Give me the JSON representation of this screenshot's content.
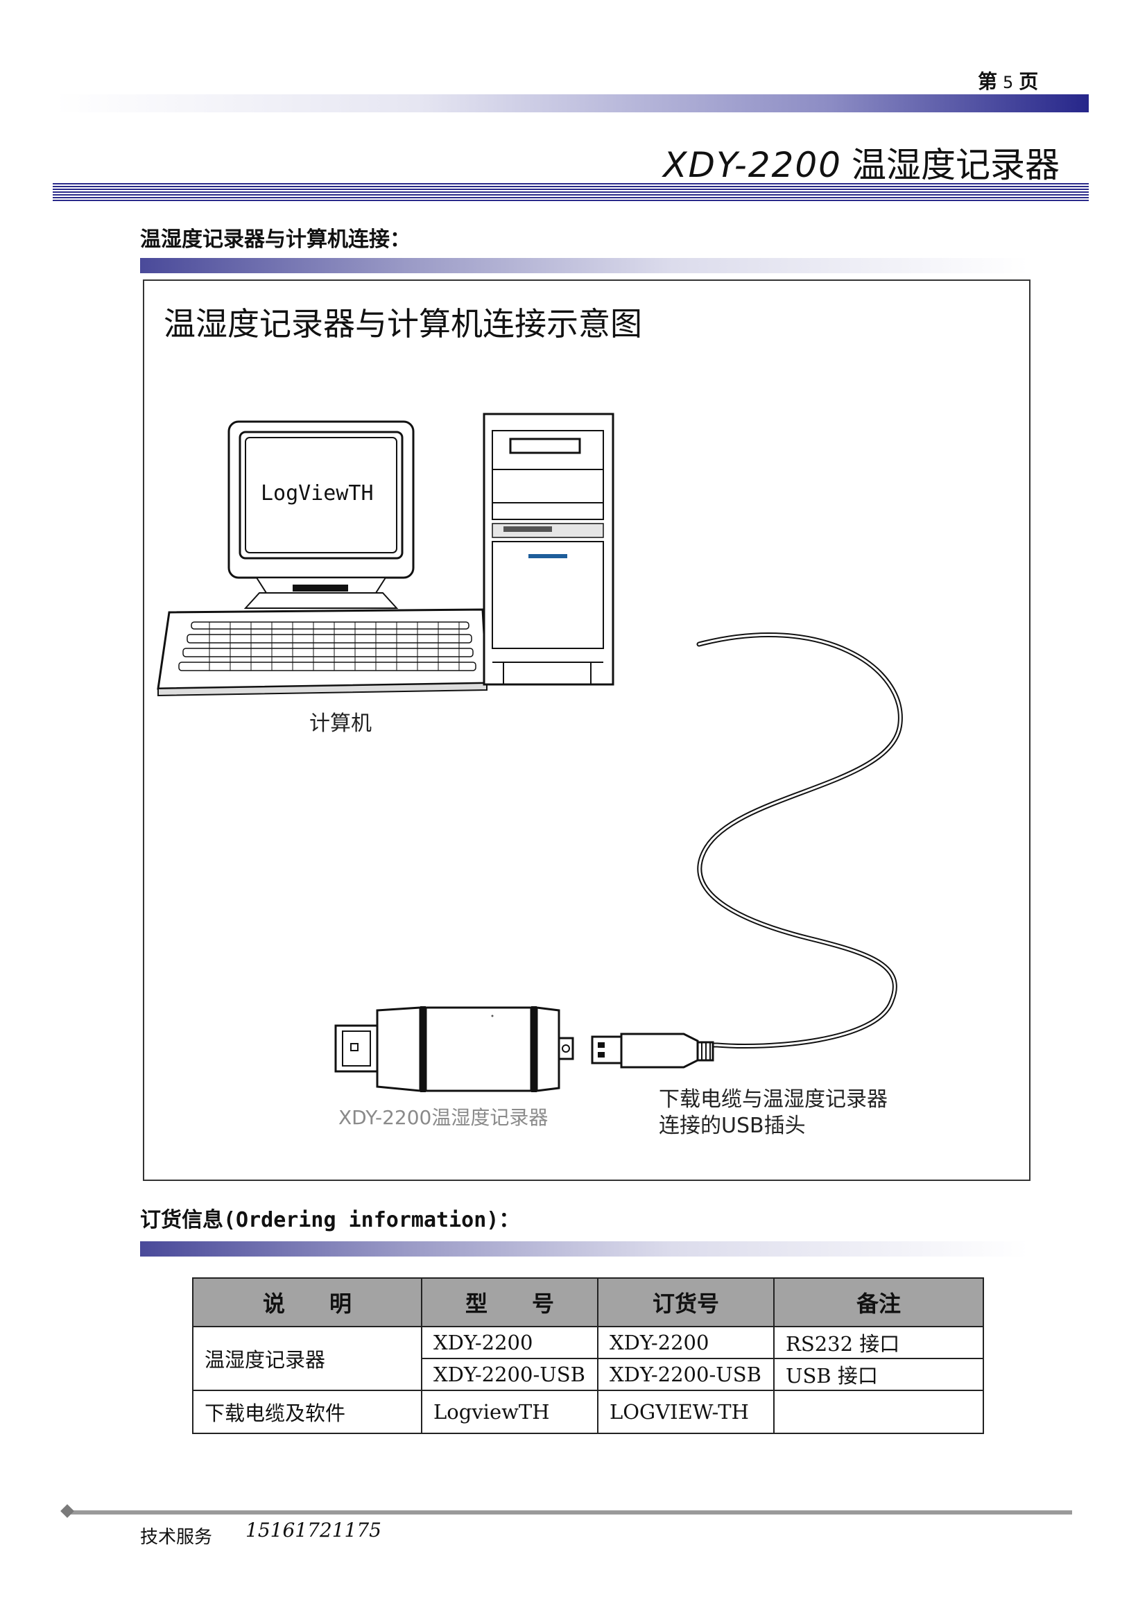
{
  "header": {
    "page_prefix": "第",
    "page_number": "5",
    "page_suffix": "页",
    "model": "XDY-2200",
    "product": "温湿度记录器"
  },
  "section1": {
    "heading": "温湿度记录器与计算机连接："
  },
  "diagram": {
    "title": "温湿度记录器与计算机连接示意图",
    "screen_text": "LogViewTH",
    "computer_label": "计算机",
    "device_label": "XDY-2200温湿度记录器",
    "plug_label_line1": "下载电缆与温湿度记录器",
    "plug_label_line2": "连接的USB插头"
  },
  "section2": {
    "heading_cn": "订货信息",
    "heading_en": "(Ordering information)："
  },
  "table": {
    "headers": [
      "说　　明",
      "型　　号",
      "订货号",
      "备注"
    ],
    "rows": [
      [
        "温湿度记录器",
        "XDY-2200",
        "XDY-2200",
        "RS232 接口"
      ],
      [
        "",
        "XDY-2200-USB",
        "XDY-2200-USB",
        "USB 接口"
      ],
      [
        "下载电缆及软件",
        "LogviewTH",
        "LOGVIEW-TH",
        ""
      ]
    ]
  },
  "footer": {
    "label": "技术服务",
    "phone": "15161721175"
  }
}
